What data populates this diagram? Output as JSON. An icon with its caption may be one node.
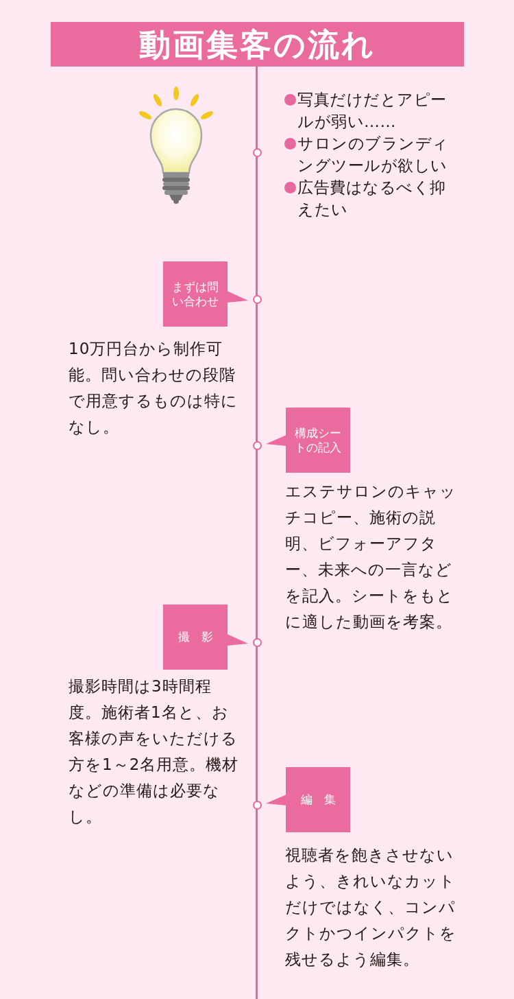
{
  "diagram": {
    "title": "動画集客の流れ",
    "nodes": [
      {
        "text": [
          "まずは問い合わせ"
        ],
        "beside": [
          "10万円台から制作可能。問い合わせの段階で用意するものは特になし。"
        ]
      },
      {
        "text": [
          "構成シートの記入"
        ],
        "beside": [
          "エステサロンのキャッチコピー、施術の説明、ビフォーアフター、未来への一言などを記入。シートをもとに適した動画を考案。"
        ]
      },
      {
        "text": [
          "撮影"
        ],
        "beside": [
          "撮影時間は3時間程度。施術者1名と、お客様の声をいただける方を1～2名用意。機材などの準備は必要なし。"
        ]
      },
      {
        "text": [
          "編集"
        ],
        "beside": [
          "視聴者を飽きさせないよう、きれいなカットだけではなく、コンパクトかつインパクトを残せるよう編集。"
        ]
      }
    ],
    "labels": [
      "写真だけだとアピールが弱い……",
      "サロンのブランディングツールが欲しい",
      "広告費はなるべく抑えたい"
    ]
  }
}
